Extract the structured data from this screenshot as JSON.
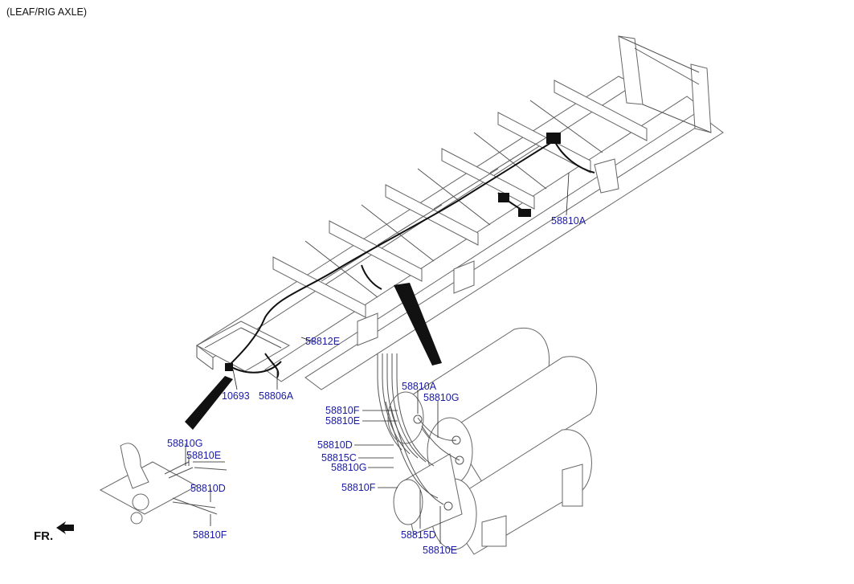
{
  "header": {
    "title": "(LEAF/RIG AXLE)"
  },
  "direction": {
    "label": "FR."
  },
  "part_labels": {
    "p_58810A_top": "58810A",
    "p_58812E": "58812E",
    "p_10693": "10693",
    "p_58806A": "58806A",
    "l_58810G": "58810G",
    "l_58810E": "58810E",
    "l_58810D": "58810D",
    "l_58810F": "58810F",
    "r_58810A": "58810A",
    "r_58810G_top": "58810G",
    "r_58810F_top": "58810F",
    "r_58810E_top": "58810E",
    "r_58810D": "58810D",
    "r_58815C": "58815C",
    "r_58810G_mid": "58810G",
    "r_58810F_bot": "58810F",
    "r_58815D": "58815D",
    "r_58810E_bot": "58810E"
  },
  "colors": {
    "label": "#1a1aa6",
    "line": "#555555",
    "wire": "#111111"
  }
}
